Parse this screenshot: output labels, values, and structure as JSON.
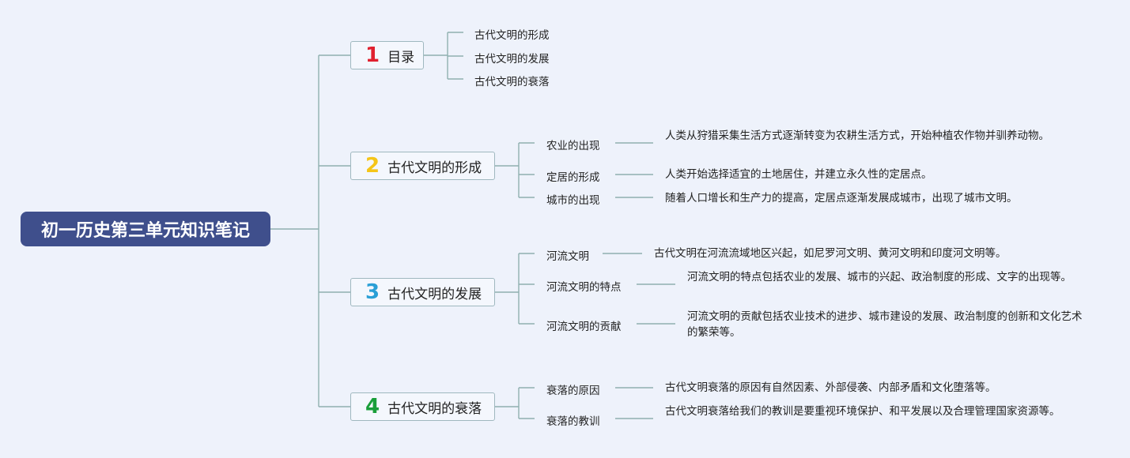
{
  "root": {
    "title": "初一历史第三单元知识笔记"
  },
  "sections": [
    {
      "num": "1",
      "num_color": "#e0202f",
      "label": "目录",
      "items": [
        {
          "text": "古代文明的形成"
        },
        {
          "text": "古代文明的发展"
        },
        {
          "text": "古代文明的衰落"
        }
      ]
    },
    {
      "num": "2",
      "num_color": "#f5c518",
      "label": "古代文明的形成",
      "topics": [
        {
          "name": "农业的出现",
          "desc": "人类从狩猎采集生活方式逐渐转变为农耕生活方式，开始种植农作物并驯养动物。"
        },
        {
          "name": "定居的形成",
          "desc": "人类开始选择适宜的土地居住，并建立永久性的定居点。"
        },
        {
          "name": "城市的出现",
          "desc": "随着人口增长和生产力的提高，定居点逐渐发展成城市，出现了城市文明。"
        }
      ]
    },
    {
      "num": "3",
      "num_color": "#2a9fd6",
      "label": "古代文明的发展",
      "topics": [
        {
          "name": "河流文明",
          "desc": "古代文明在河流流域地区兴起，如尼罗河文明、黄河文明和印度河文明等。"
        },
        {
          "name": "河流文明的特点",
          "desc": "河流文明的特点包括农业的发展、城市的兴起、政治制度的形成、文字的出现等。"
        },
        {
          "name": "河流文明的贡献",
          "desc": "河流文明的贡献包括农业技术的进步、城市建设的发展、政治制度的创新和文化艺术的繁荣等。"
        }
      ]
    },
    {
      "num": "4",
      "num_color": "#1a9e3a",
      "label": "古代文明的衰落",
      "topics": [
        {
          "name": "衰落的原因",
          "desc": "古代文明衰落的原因有自然因素、外部侵袭、内部矛盾和文化堕落等。"
        },
        {
          "name": "衰落的教训",
          "desc": "古代文明衰落给我们的教训是要重视环境保护、和平发展以及合理管理国家资源等。"
        }
      ]
    }
  ]
}
